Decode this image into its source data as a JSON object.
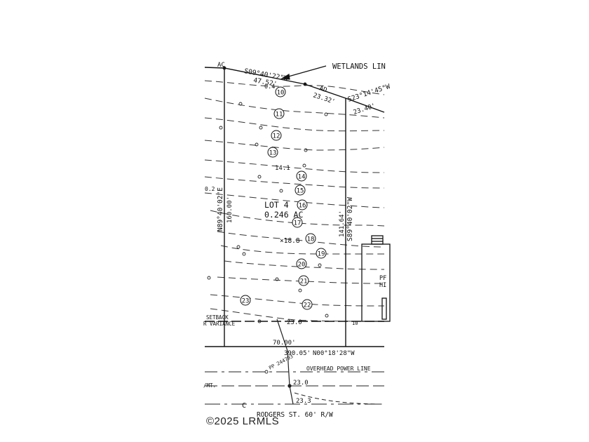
{
  "plat": {
    "wetlands_line": "WETLANDS LIN",
    "lot": "LOT 4",
    "area": "0.246 AC",
    "corner_ac": "AC",
    "corner_ad": "AD",
    "bearing_top_left": "S09°40'22\"W",
    "dist_top_left": "47.52'",
    "dist_top_right": "23.32'",
    "bearing_top_right": "S23°14'45\"W",
    "dist_right_short": "23.40'",
    "bearing_left": "N89°40'02\"E",
    "dist_left": "160.00'",
    "dist_right": "141.64'",
    "bearing_right": "S89°40'02\"W",
    "frontage": "70.00'",
    "road_dist": "390.05'",
    "road_bearing": "N00°18'28\"W",
    "power_line": "OVERHEAD POWER LINE",
    "power_pole": "PP 244793",
    "street": "RODGERS ST. 60' R/W",
    "setback": "SETBACK",
    "variance": "R VARIANCE",
    "esmt": "/MT.",
    "centerline": "C",
    "spot_14_1": "14.1",
    "spot_18_8": "×18.8",
    "spot_23_0_top": "23.0",
    "spot_23_0": "23.0",
    "spot_23_3": "23.3",
    "spot_0_4": "0.4",
    "neighbor_ph": "PF",
    "neighbor_h": "HI",
    "left_edge_2": "0.2",
    "right_mark": "10",
    "contours": [
      "10",
      "11",
      "12",
      "13",
      "14",
      "15",
      "16",
      "17",
      "18",
      "19",
      "20",
      "21",
      "22",
      "23"
    ]
  },
  "copyright": "©2025 LRMLS"
}
